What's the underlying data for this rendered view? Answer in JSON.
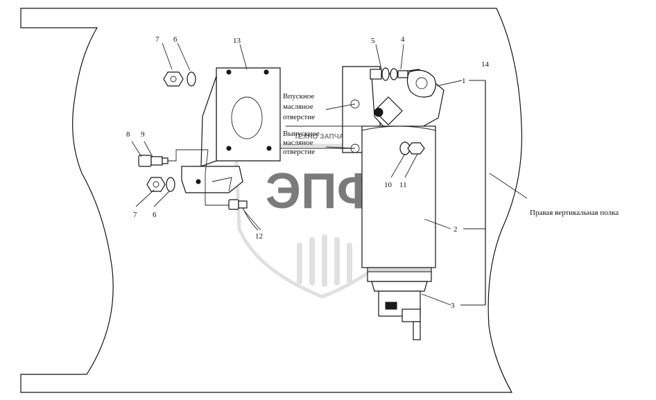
{
  "callouts": {
    "n1": "1",
    "n2": "2",
    "n3": "3",
    "n4": "4",
    "n5": "5",
    "n6a": "6",
    "n6b": "6",
    "n7a": "7",
    "n7b": "7",
    "n8": "8",
    "n9": "9",
    "n10": "10",
    "n11": "11",
    "n12": "12",
    "n13": "13",
    "n14": "14"
  },
  "annotations": {
    "inlet_line1": "Впускное",
    "inlet_line2": "масляное",
    "inlet_line3": "отверстие",
    "outlet_line1": "Выпускное",
    "outlet_line2": "масляное",
    "outlet_line3": "отверстие",
    "right_beam": "Правая вертикальная полка"
  },
  "watermark": {
    "logo_letters": "ЭПФ",
    "caption": "ТЕХНО ЗАПЧАСТИ"
  },
  "colors": {
    "line": "#111111",
    "background": "#ffffff",
    "watermark": "#c8c8c8"
  }
}
